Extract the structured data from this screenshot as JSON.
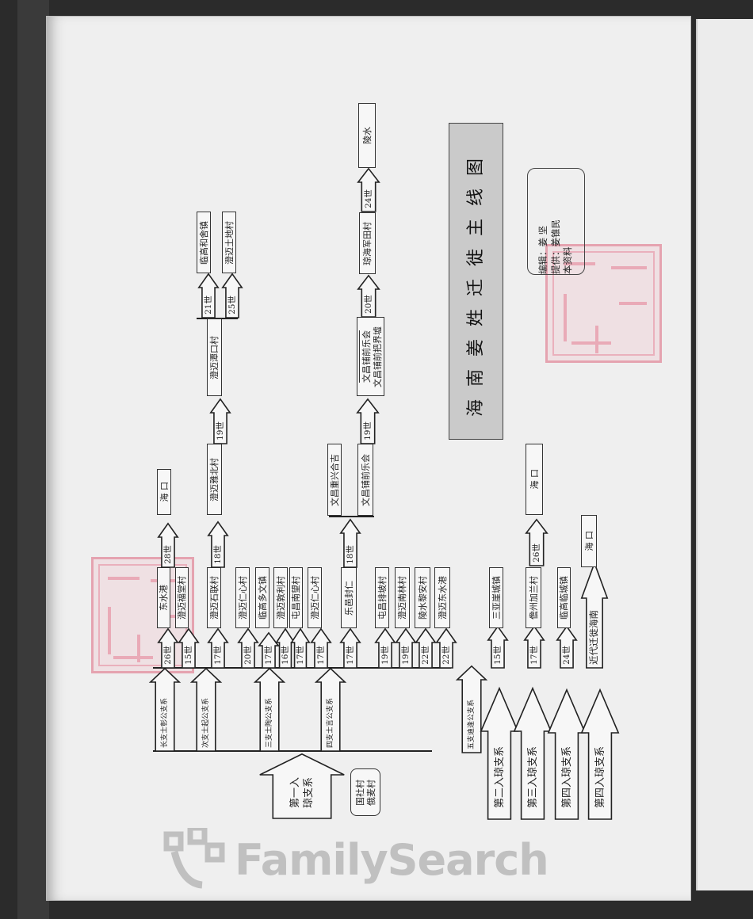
{
  "title": "海南姜姓迁徙主线图",
  "credits": [
    "本资料",
    "提供：姜锥民",
    "编辑：姜  坚"
  ],
  "watermark": "FamilySearch",
  "origin": {
    "label_line1": "第一入",
    "label_line2": "琼支系",
    "callout": [
      "俄麦村",
      "国社村"
    ]
  },
  "branches": {
    "b1": "长支士彰公支系",
    "b2": "次支士起公支系",
    "b3": "三支士陶公支系",
    "b4": "四支士言公支系",
    "b5": "五支迪逢公支系"
  },
  "generation_row": [
    {
      "gen": "26世",
      "place": "东水港"
    },
    {
      "gen": "15世",
      "place": "澄迈福堂村"
    },
    {
      "gen": "17世",
      "place": "澄迈石联村"
    },
    {
      "gen": "20世",
      "place": "澄迈仁心村"
    },
    {
      "gen": "17世",
      "place": "临高多文镇"
    },
    {
      "gen": "16世",
      "place": "澄迈敦利村"
    },
    {
      "gen": "17世",
      "place": "屯昌南望村"
    },
    {
      "gen": "17世",
      "place": "澄迈仁心村"
    },
    {
      "gen": "17世",
      "place": "乐邑封仁"
    },
    {
      "gen": "19世",
      "place": "屯昌排坡村"
    },
    {
      "gen": "19世",
      "place": "澄迈南林村"
    },
    {
      "gen": "22世",
      "place": "陵水黎安村"
    },
    {
      "gen": "22世",
      "place": "澄迈东水港"
    }
  ],
  "chain_a": {
    "gen": "28世",
    "place": "海  口"
  },
  "chain_b": [
    {
      "gen": "18世",
      "place": "澄迈雅北村"
    },
    {
      "gen": "19世",
      "place": "澄迈潭口村"
    },
    {
      "gen": "21世",
      "place": "临高和舍镇"
    },
    {
      "gen": "25世",
      "place": "澄迈土地村"
    }
  ],
  "chain_c": {
    "gen18": "18世",
    "split": [
      "文昌重兴合吉",
      "文昌铺前乐会"
    ],
    "gen19": "19世",
    "pair": [
      "文昌铺前把界墟",
      "文昌铺前乐会"
    ],
    "gen20": "20世",
    "place20": "琼海军田村",
    "gen24": "24世",
    "place24": "陵水"
  },
  "other_lines": [
    {
      "label": "第二入琼支系",
      "gen": "15世",
      "place": "三亚崖城镇"
    },
    {
      "label": "第三入琼支系",
      "gen": "17世",
      "place": "儋州加兰村",
      "gen2": "26世",
      "place2": "海  口"
    },
    {
      "label": "第四入琼支系",
      "gen": "24世",
      "place": "临高临城镇"
    },
    {
      "label": "第四入琼支系",
      "modern": "近代迁徙海南",
      "place": "海  口"
    }
  ]
}
